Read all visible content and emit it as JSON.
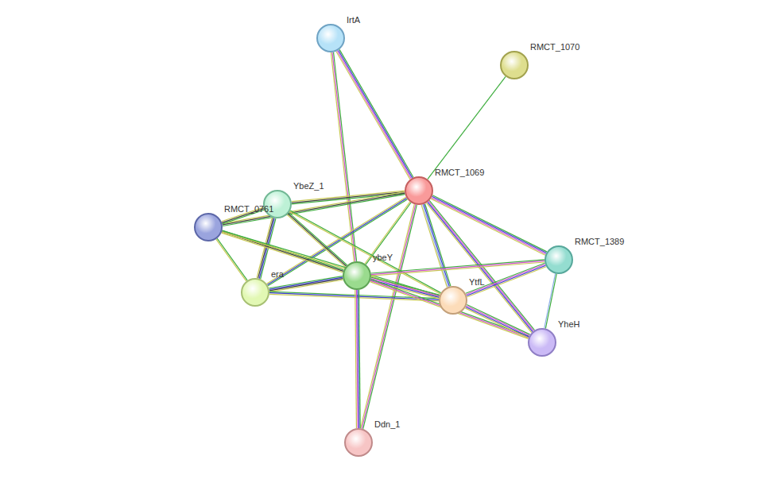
{
  "diagram": {
    "nodes": [
      {
        "text": [
          "IrtA"
        ]
      },
      {
        "text": [
          "RMCT_1070"
        ]
      },
      {
        "text": [
          "RMCT_1069"
        ]
      },
      {
        "text": [
          "YbeZ_1"
        ]
      },
      {
        "text": [
          "RMCT_0761"
        ]
      },
      {
        "text": [
          "RMCT_1389"
        ]
      },
      {
        "text": [
          "era"
        ]
      },
      {
        "text": [
          "ybeY"
        ]
      },
      {
        "text": [
          "YtfL"
        ]
      },
      {
        "text": [
          "YheH"
        ]
      },
      {
        "text": [
          "Ddn_1"
        ]
      }
    ],
    "edges": [
      {
        "from": 0,
        "to": 2,
        "arrow": "none"
      },
      {
        "from": 0,
        "to": 7,
        "arrow": "none"
      },
      {
        "from": 1,
        "to": 2,
        "arrow": "none"
      },
      {
        "from": 2,
        "to": 3,
        "arrow": "none"
      },
      {
        "from": 2,
        "to": 4,
        "arrow": "none"
      },
      {
        "from": 2,
        "to": 6,
        "arrow": "none"
      },
      {
        "from": 2,
        "to": 7,
        "arrow": "none"
      },
      {
        "from": 2,
        "to": 8,
        "arrow": "none"
      },
      {
        "from": 2,
        "to": 5,
        "arrow": "none"
      },
      {
        "from": 2,
        "to": 9,
        "arrow": "none"
      },
      {
        "from": 2,
        "to": 10,
        "arrow": "none"
      },
      {
        "from": 3,
        "to": 4,
        "arrow": "none"
      },
      {
        "from": 3,
        "to": 6,
        "arrow": "none"
      },
      {
        "from": 3,
        "to": 7,
        "arrow": "none"
      },
      {
        "from": 3,
        "to": 8,
        "arrow": "none"
      },
      {
        "from": 4,
        "to": 6,
        "arrow": "none"
      },
      {
        "from": 4,
        "to": 7,
        "arrow": "none"
      },
      {
        "from": 4,
        "to": 8,
        "arrow": "none"
      },
      {
        "from": 6,
        "to": 7,
        "arrow": "none"
      },
      {
        "from": 6,
        "to": 8,
        "arrow": "none"
      },
      {
        "from": 7,
        "to": 8,
        "arrow": "none"
      },
      {
        "from": 7,
        "to": 5,
        "arrow": "none"
      },
      {
        "from": 7,
        "to": 9,
        "arrow": "none"
      },
      {
        "from": 7,
        "to": 10,
        "arrow": "none"
      },
      {
        "from": 8,
        "to": 5,
        "arrow": "none"
      },
      {
        "from": 8,
        "to": 9,
        "arrow": "none"
      },
      {
        "from": 5,
        "to": 9,
        "arrow": "none"
      }
    ]
  }
}
